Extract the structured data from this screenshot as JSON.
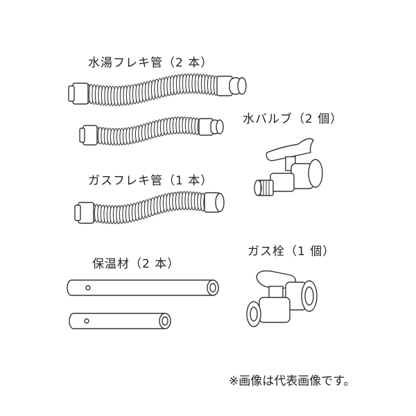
{
  "labels": {
    "water_hot_flex_pipe": "水湯フレキ管（2 本）",
    "water_valve": "水バルブ（2 個）",
    "gas_flex_pipe": "ガスフレキ管（1 本）",
    "insulation": "保温材（2 本）",
    "gas_cock": "ガス栓（1 個）"
  },
  "note": "※画像は代表画像です。",
  "colors": {
    "line": "#333333",
    "fill": "#ffffff",
    "shade": "#d8d8d8"
  }
}
